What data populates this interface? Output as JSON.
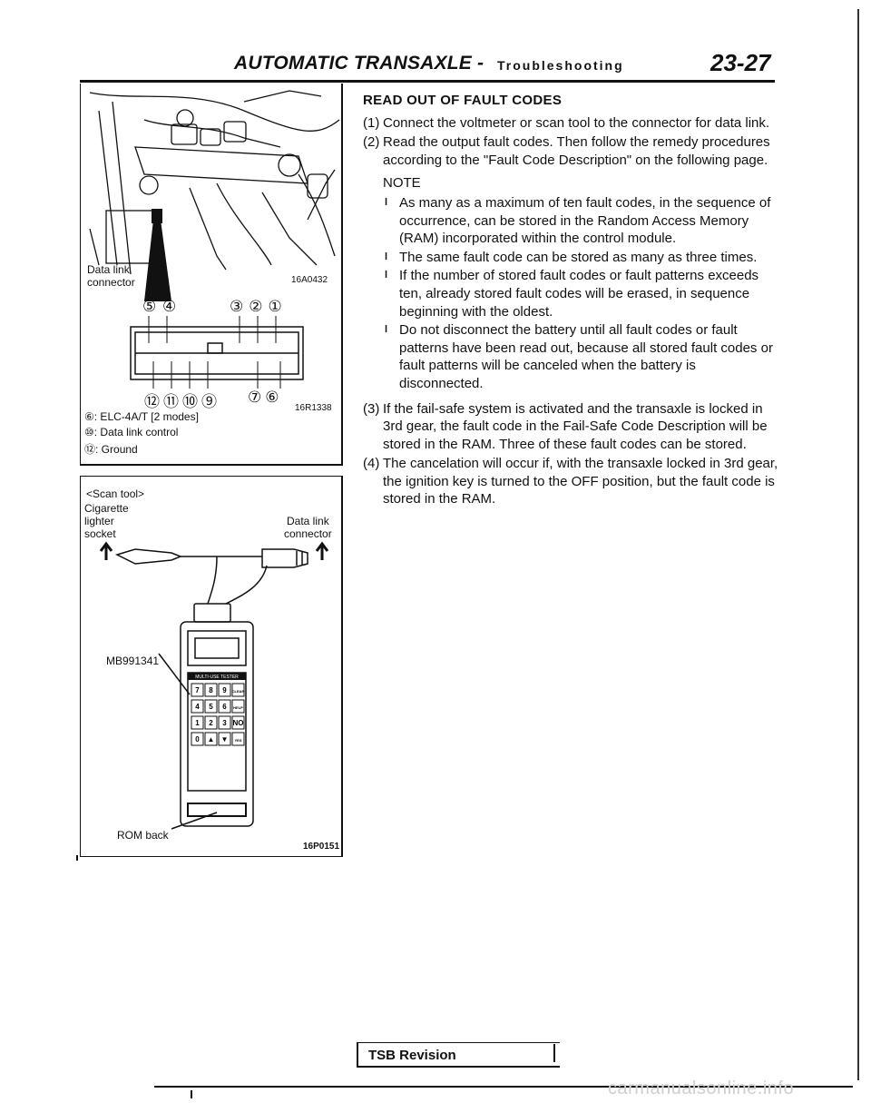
{
  "header": {
    "title": "AUTOMATIC TRANSAXLE -",
    "subtitle": "Troubleshooting",
    "page_number": "23-27"
  },
  "figure_top": {
    "connector_label_line1": "Data link",
    "connector_label_line2": "connector",
    "figure_code_1": "16A0432",
    "figure_code_2": "16R1338",
    "pins_top": [
      "⑤",
      "④",
      "③",
      "②",
      "①"
    ],
    "pins_bottom": [
      "⑫",
      "⑪",
      "⑩",
      "⑨",
      "⑦",
      "⑥"
    ],
    "legend": [
      {
        "pin": "⑥",
        "text": ": ELC-4A/T [2 modes]"
      },
      {
        "pin": "⑩",
        "text": ": Data link control"
      },
      {
        "pin": "⑫",
        "text": ": Ground"
      }
    ]
  },
  "figure_bottom": {
    "scan_tool_label": "<Scan tool>",
    "cig_line1": "Cigarette",
    "cig_line2": "lighter",
    "cig_line3": "socket",
    "data_link_line1": "Data link",
    "data_link_line2": "connector",
    "model": "MB991341",
    "rom": "ROM back",
    "figure_code": "16P0151",
    "device_label": "MULTI-USE TESTER",
    "keys": [
      "7",
      "8",
      "9",
      "CLEAR",
      "4",
      "5",
      "6",
      "HELP",
      "1",
      "2",
      "3",
      "NO",
      "0",
      "▲",
      "▼",
      "YES"
    ]
  },
  "content": {
    "heading": "READ OUT OF FAULT CODES",
    "steps": [
      {
        "num": "(1)",
        "text": "Connect the voltmeter or scan tool to the connector for data link."
      },
      {
        "num": "(2)",
        "text": "Read the output fault codes. Then follow the remedy procedures according to the \"Fault Code Description\" on the following page."
      }
    ],
    "note_label": "NOTE",
    "bullets": [
      "As many as a maximum of ten fault codes, in the sequence of occurrence, can be stored in the Random Access Memory (RAM) incorporated within the control module.",
      "The same fault code can be stored as many as three times.",
      "If the number of stored fault codes or fault patterns exceeds ten, already stored fault codes will be erased, in sequence beginning with the oldest.",
      "Do not disconnect the battery until all fault codes or fault patterns have been read out, because all stored fault codes or fault patterns will be canceled when the battery is disconnected."
    ],
    "bullet_mark": "l",
    "steps_after": [
      {
        "num": "(3)",
        "text": "If the fail-safe system is activated and the transaxle is locked in 3rd gear, the fault code in the Fail-Safe Code Description will be stored in the RAM. Three of these fault codes can be stored."
      },
      {
        "num": "(4)",
        "text": "The cancelation will occur if, with the transaxle locked in 3rd gear, the ignition key is turned to the OFF position, but the fault code is stored in the RAM."
      }
    ]
  },
  "footer": {
    "tsb_label": "TSB Revision",
    "watermark": "carmanualsonline.info"
  }
}
